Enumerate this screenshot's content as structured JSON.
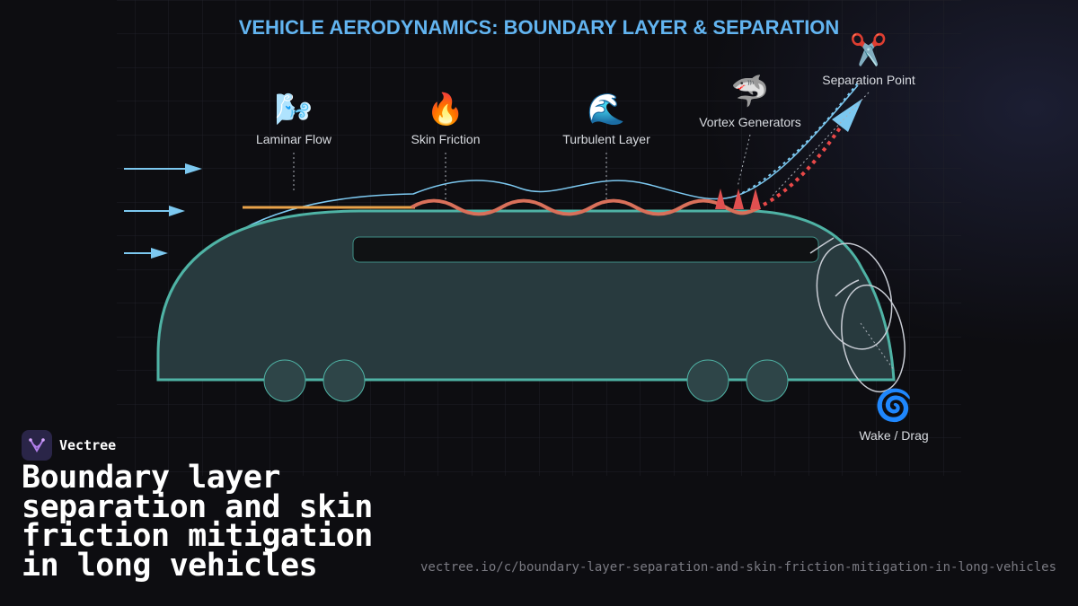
{
  "diagram": {
    "title": "VEHICLE AERODYNAMICS: BOUNDARY LAYER & SEPARATION",
    "labels": {
      "laminar": "Laminar Flow",
      "friction": "Skin Friction",
      "turbulent": "Turbulent Layer",
      "vortex": "Vortex Generators",
      "separation": "Separation Point",
      "wake": "Wake / Drag"
    },
    "icons": {
      "laminar": "🌬️",
      "friction": "🔥",
      "turbulent": "🌊",
      "vortex": "🦈",
      "separation": "✂️",
      "wake": "🌀"
    },
    "colors": {
      "title": "#62b4f0",
      "body_stroke": "#4fb3a5",
      "body_fill": "#283a3e",
      "flow_arrow": "#7cc8f0",
      "laminar_line": "#e8a24a",
      "turbulent_wave": "#d9705a",
      "separation_dashed": "#e84848"
    }
  },
  "brand": {
    "name": "Vectree"
  },
  "headline": "Boundary layer separation and skin friction mitigation in long vehicles",
  "url": "vectree.io/c/boundary-layer-separation-and-skin-friction-mitigation-in-long-vehicles"
}
